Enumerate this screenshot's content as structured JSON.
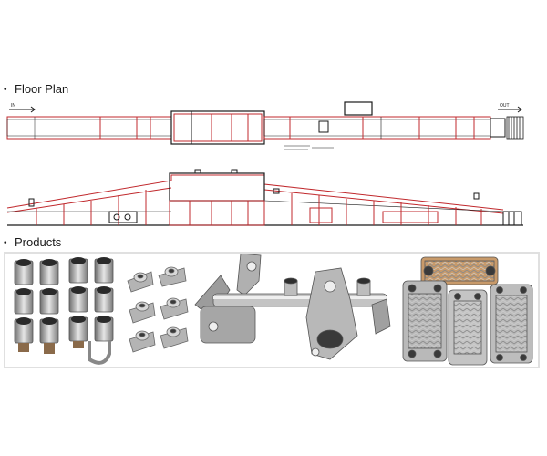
{
  "sections": {
    "floor_plan_heading": "Floor Plan",
    "products_heading": "Products"
  },
  "floor_plan": {
    "in_label": "IN",
    "out_label": "OUT"
  },
  "products": [
    {
      "name": "pipe-fittings-photo"
    },
    {
      "name": "flanged-nozzles-photo"
    },
    {
      "name": "brazed-bracket-assembly-photo"
    },
    {
      "name": "plate-heat-exchangers-photo"
    }
  ],
  "colors": {
    "plan_red": "#c0282c",
    "plan_black": "#1a1a1a",
    "metal": "#a8a8a8"
  }
}
